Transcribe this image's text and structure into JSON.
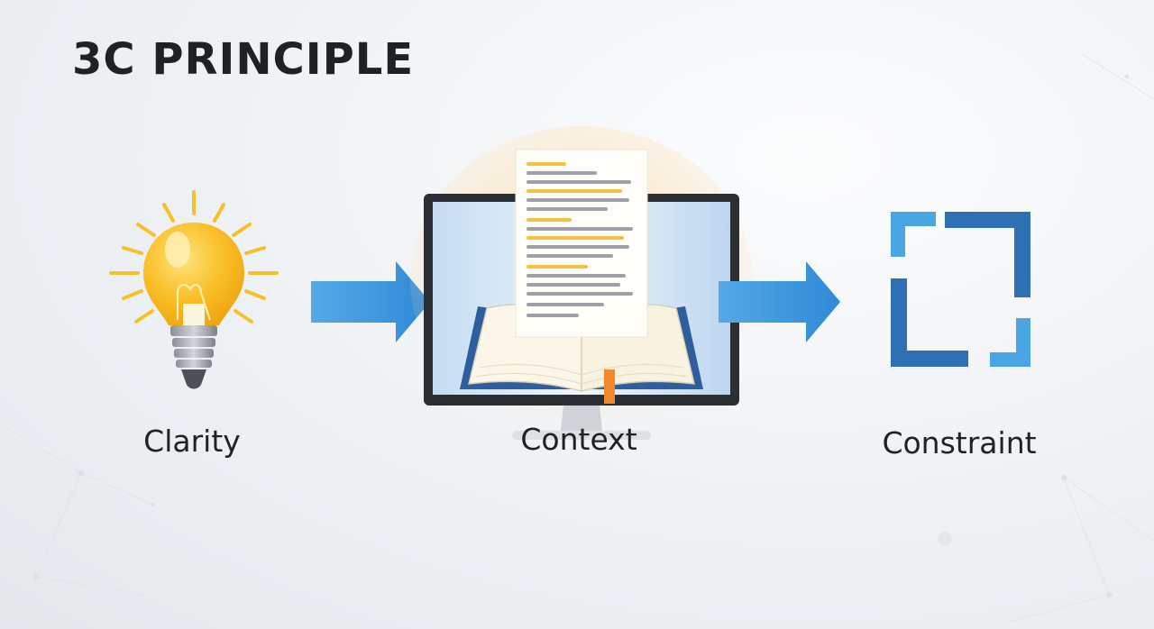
{
  "title": "3C PRINCIPLE",
  "steps": [
    {
      "label": "Clarity",
      "icon": "lightbulb-icon"
    },
    {
      "label": "Context",
      "icon": "monitor-book-icon"
    },
    {
      "label": "Constraint",
      "icon": "bracket-frame-icon"
    }
  ],
  "colors": {
    "arrow": "#3a97dc",
    "bulb": "#f8bd24",
    "bracket_dark": "#2f6fb3",
    "bracket_light": "#4aa6e3",
    "highlight": "#f3c23f",
    "bookmark": "#f08a2a"
  }
}
